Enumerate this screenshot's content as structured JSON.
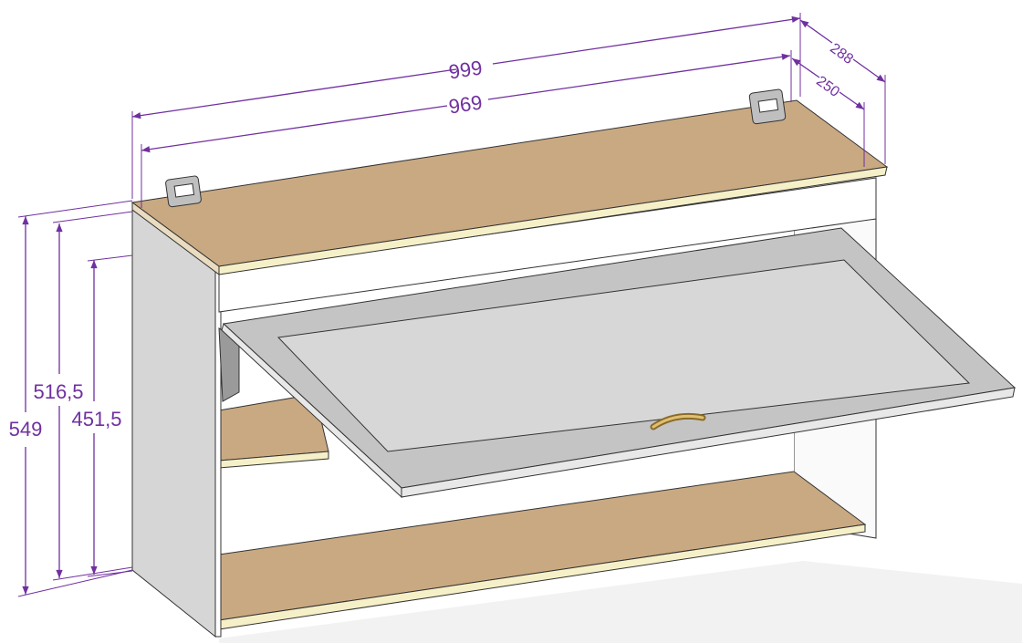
{
  "dimensions": {
    "overall_width": "999",
    "inner_width": "969",
    "overall_depth": "288",
    "inner_depth": "250",
    "overall_height": "549",
    "side_height": "516,5",
    "inner_height": "451,5"
  },
  "colors": {
    "dimension": "#7030a0",
    "wood": "#c9a982",
    "panel": "#d6d6d6"
  }
}
